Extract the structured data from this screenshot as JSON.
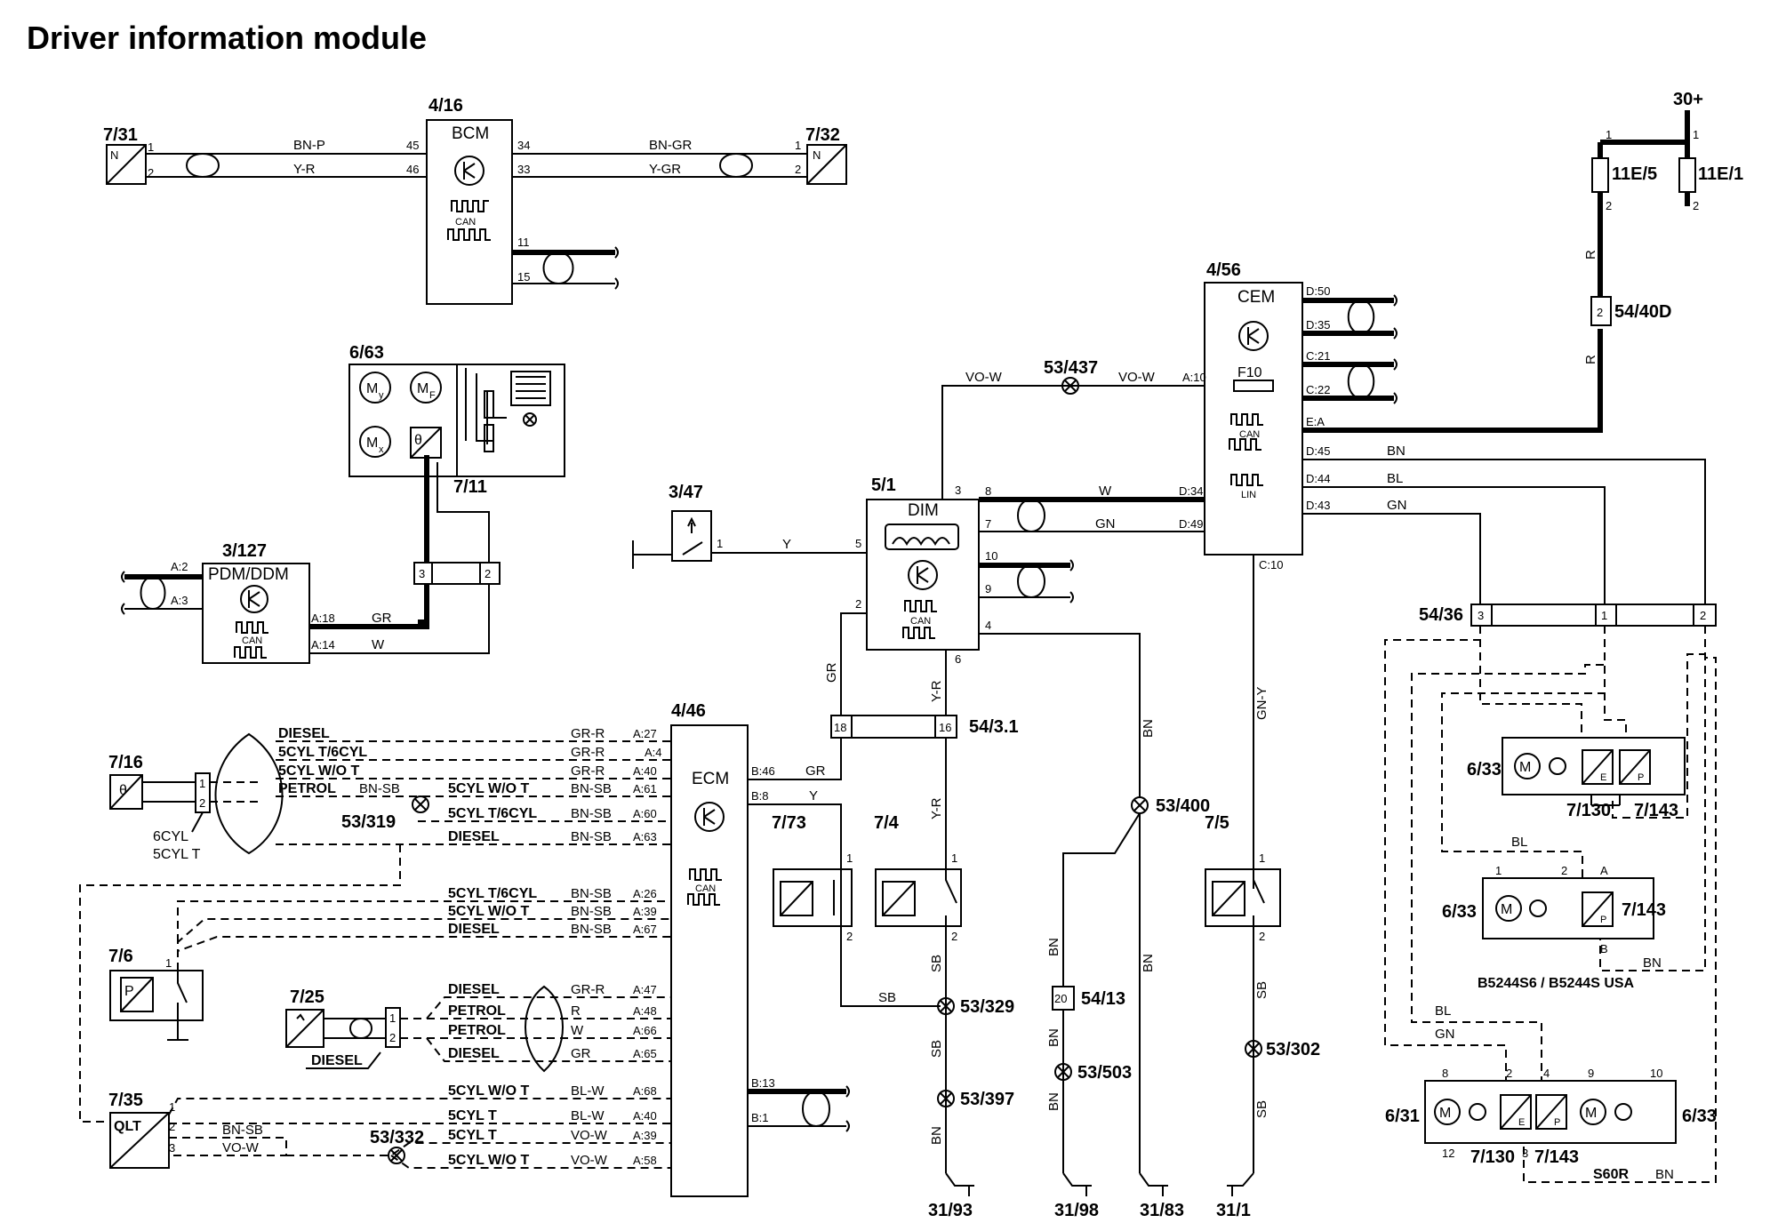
{
  "title": "Driver information module",
  "colors": {
    "line": "#000000",
    "background": "#ffffff"
  },
  "components": {
    "bcm": {
      "ref": "4/16",
      "name": "BCM",
      "pins": [
        "45",
        "46",
        "34",
        "33",
        "11",
        "15"
      ],
      "can": "CAN"
    },
    "conn_7_31": {
      "ref": "7/31",
      "letter": "N",
      "pins": [
        "1",
        "2"
      ]
    },
    "conn_7_32": {
      "ref": "7/32",
      "letter": "N",
      "pins": [
        "1",
        "2"
      ]
    },
    "cem": {
      "ref": "4/56",
      "name": "CEM",
      "fuse": "F10",
      "can": "CAN",
      "lin": "LIN",
      "pins": [
        "D:50",
        "D:35",
        "C:21",
        "C:22",
        "A:10",
        "E:A",
        "D:45",
        "D:44",
        "D:34",
        "D:49",
        "D:43",
        "C:10"
      ]
    },
    "dim": {
      "ref": "5/1",
      "name": "DIM",
      "can": "CAN",
      "pins": [
        "3",
        "5",
        "8",
        "7",
        "10",
        "9",
        "2",
        "4",
        "6"
      ]
    },
    "ecm": {
      "ref": "4/46",
      "name": "ECM",
      "can": "CAN",
      "pins": [
        "B:46",
        "B:8",
        "B:13",
        "B:1"
      ]
    },
    "pdm": {
      "ref": "3/127",
      "name": "PDM/DDM",
      "can": "CAN",
      "pins": [
        "A:2",
        "A:3",
        "A:18",
        "A:14"
      ]
    },
    "mirror": {
      "ref": "6/63",
      "motors": [
        "M",
        "M",
        "M"
      ],
      "subscripts": [
        "y",
        "F",
        "x"
      ],
      "sub_ref": "7/11",
      "theta": "θ"
    },
    "switch_3_47": {
      "ref": "3/47",
      "pin": "1"
    },
    "fuse_a": {
      "ref": "11E/5",
      "pins": [
        "1",
        "2"
      ]
    },
    "fuse_b": {
      "ref": "11E/1",
      "pins": [
        "1",
        "2"
      ]
    },
    "supply": "30+",
    "conn_54_40d": {
      "ref": "54/40D",
      "pin": "2"
    },
    "conn_54_36": {
      "ref": "54/36",
      "pins": [
        "3",
        "1",
        "2"
      ]
    },
    "conn_54_3_1": {
      "ref": "54/3.1",
      "pins": [
        "18",
        "16"
      ]
    },
    "conn_54_13": {
      "ref": "54/13",
      "pin": "20"
    },
    "sensor_7_16": {
      "ref": "7/16",
      "pins": [
        "1",
        "2"
      ],
      "notes": [
        "6CYL",
        "5CYL T"
      ],
      "theta": "θ"
    },
    "sensor_7_6": {
      "ref": "7/6",
      "letter": "P",
      "pin": "1"
    },
    "sensor_7_25": {
      "ref": "7/25",
      "pins": [
        "1",
        "2"
      ],
      "note": "DIESEL"
    },
    "sensor_7_35": {
      "ref": "7/35",
      "name": "QLT",
      "pins": [
        "1",
        "2",
        "3"
      ]
    },
    "switch_7_73": {
      "ref": "7/73",
      "pins": [
        "1",
        "2"
      ]
    },
    "switch_7_4": {
      "ref": "7/4",
      "pins": [
        "1",
        "2"
      ]
    },
    "switch_7_5": {
      "ref": "7/5",
      "pins": [
        "1",
        "2"
      ]
    },
    "unit_a": {
      "ref": "6/33",
      "sub": [
        "7/130",
        "7/143"
      ],
      "letters": [
        "E",
        "P"
      ]
    },
    "unit_b": {
      "ref": "6/33",
      "sub": "7/143",
      "pins": [
        "1",
        "2",
        "A",
        "B"
      ],
      "caption": "B5244S6 / B5244S USA",
      "letter": "P"
    },
    "unit_c": {
      "ref_left": "6/31",
      "ref_right": "6/33",
      "sub": [
        "7/130",
        "7/143"
      ],
      "pins": [
        "8",
        "2",
        "4",
        "9",
        "10",
        "12",
        "3"
      ],
      "letters": [
        "E",
        "P"
      ],
      "caption": "S60R"
    }
  },
  "splices": [
    "53/437",
    "53/319",
    "53/332",
    "53/329",
    "53/397",
    "53/400",
    "53/503",
    "53/302"
  ],
  "grounds": [
    "31/93",
    "31/98",
    "31/83",
    "31/1"
  ],
  "wires": {
    "bnp": "BN-P",
    "yr": "Y-R",
    "bngr": "BN-GR",
    "ygr": "Y-GR",
    "vow": "VO-W",
    "y": "Y",
    "w": "W",
    "gn": "GN",
    "r": "R",
    "bn": "BN",
    "bl": "BL",
    "gr": "GR",
    "grr": "GR-R",
    "bnsb": "BN-SB",
    "sb": "SB",
    "gny": "GN-Y",
    "blw": "BL-W"
  },
  "ecm_rows": [
    {
      "label": "DIESEL",
      "wire": "GR-R",
      "pin": "A:27"
    },
    {
      "label": "5CYL T/6CYL",
      "wire": "GR-R",
      "pin": "A:4"
    },
    {
      "label": "5CYL W/O T",
      "wire": "GR-R",
      "pin": "A:40"
    },
    {
      "label": "PETROL",
      "wire": "BN-SB",
      "pin": "A:61",
      "label2": "5CYL W/O T"
    },
    {
      "label": "5CYL T/6CYL",
      "wire": "BN-SB",
      "pin": "A:60"
    },
    {
      "label": "DIESEL",
      "wire": "BN-SB",
      "pin": "A:63"
    },
    {
      "label": "5CYL T/6CYL",
      "wire": "BN-SB",
      "pin": "A:26"
    },
    {
      "label": "5CYL W/O T",
      "wire": "BN-SB",
      "pin": "A:39"
    },
    {
      "label": "DIESEL",
      "wire": "BN-SB",
      "pin": "A:67"
    },
    {
      "label": "DIESEL",
      "wire": "GR-R",
      "pin": "A:47"
    },
    {
      "label": "PETROL",
      "wire": "R",
      "pin": "A:48"
    },
    {
      "label": "PETROL",
      "wire": "W",
      "pin": "A:66"
    },
    {
      "label": "DIESEL",
      "wire": "GR",
      "pin": "A:65"
    },
    {
      "label": "5CYL W/O T",
      "wire": "BL-W",
      "pin": "A:68"
    },
    {
      "label": "5CYL T",
      "wire": "BL-W",
      "pin": "A:40"
    },
    {
      "label": "5CYL T",
      "wire": "VO-W",
      "pin": "A:39"
    },
    {
      "label": "5CYL W/O T",
      "wire": "VO-W",
      "pin": "A:58"
    }
  ],
  "qlt_wires": [
    "BN-SB",
    "VO-W"
  ]
}
